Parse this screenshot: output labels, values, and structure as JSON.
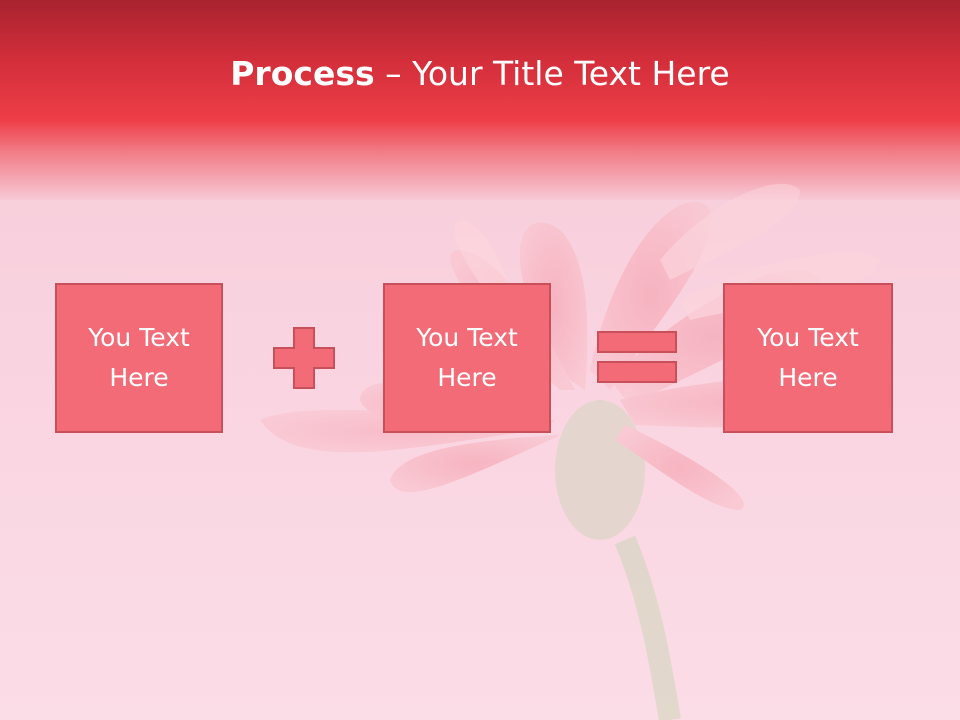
{
  "slide": {
    "title_bold": "Process",
    "title_separator": " – ",
    "title_rest": "Your Title Text Here",
    "boxes": [
      {
        "label": "You Text Here"
      },
      {
        "label": "You Text Here"
      },
      {
        "label": "You Text Here"
      }
    ],
    "operators": [
      "plus",
      "equals"
    ],
    "colors": {
      "header": "#ee3e48",
      "box_fill": "#f26b77",
      "box_border": "#c8505b",
      "background": "#f9d2df"
    }
  }
}
